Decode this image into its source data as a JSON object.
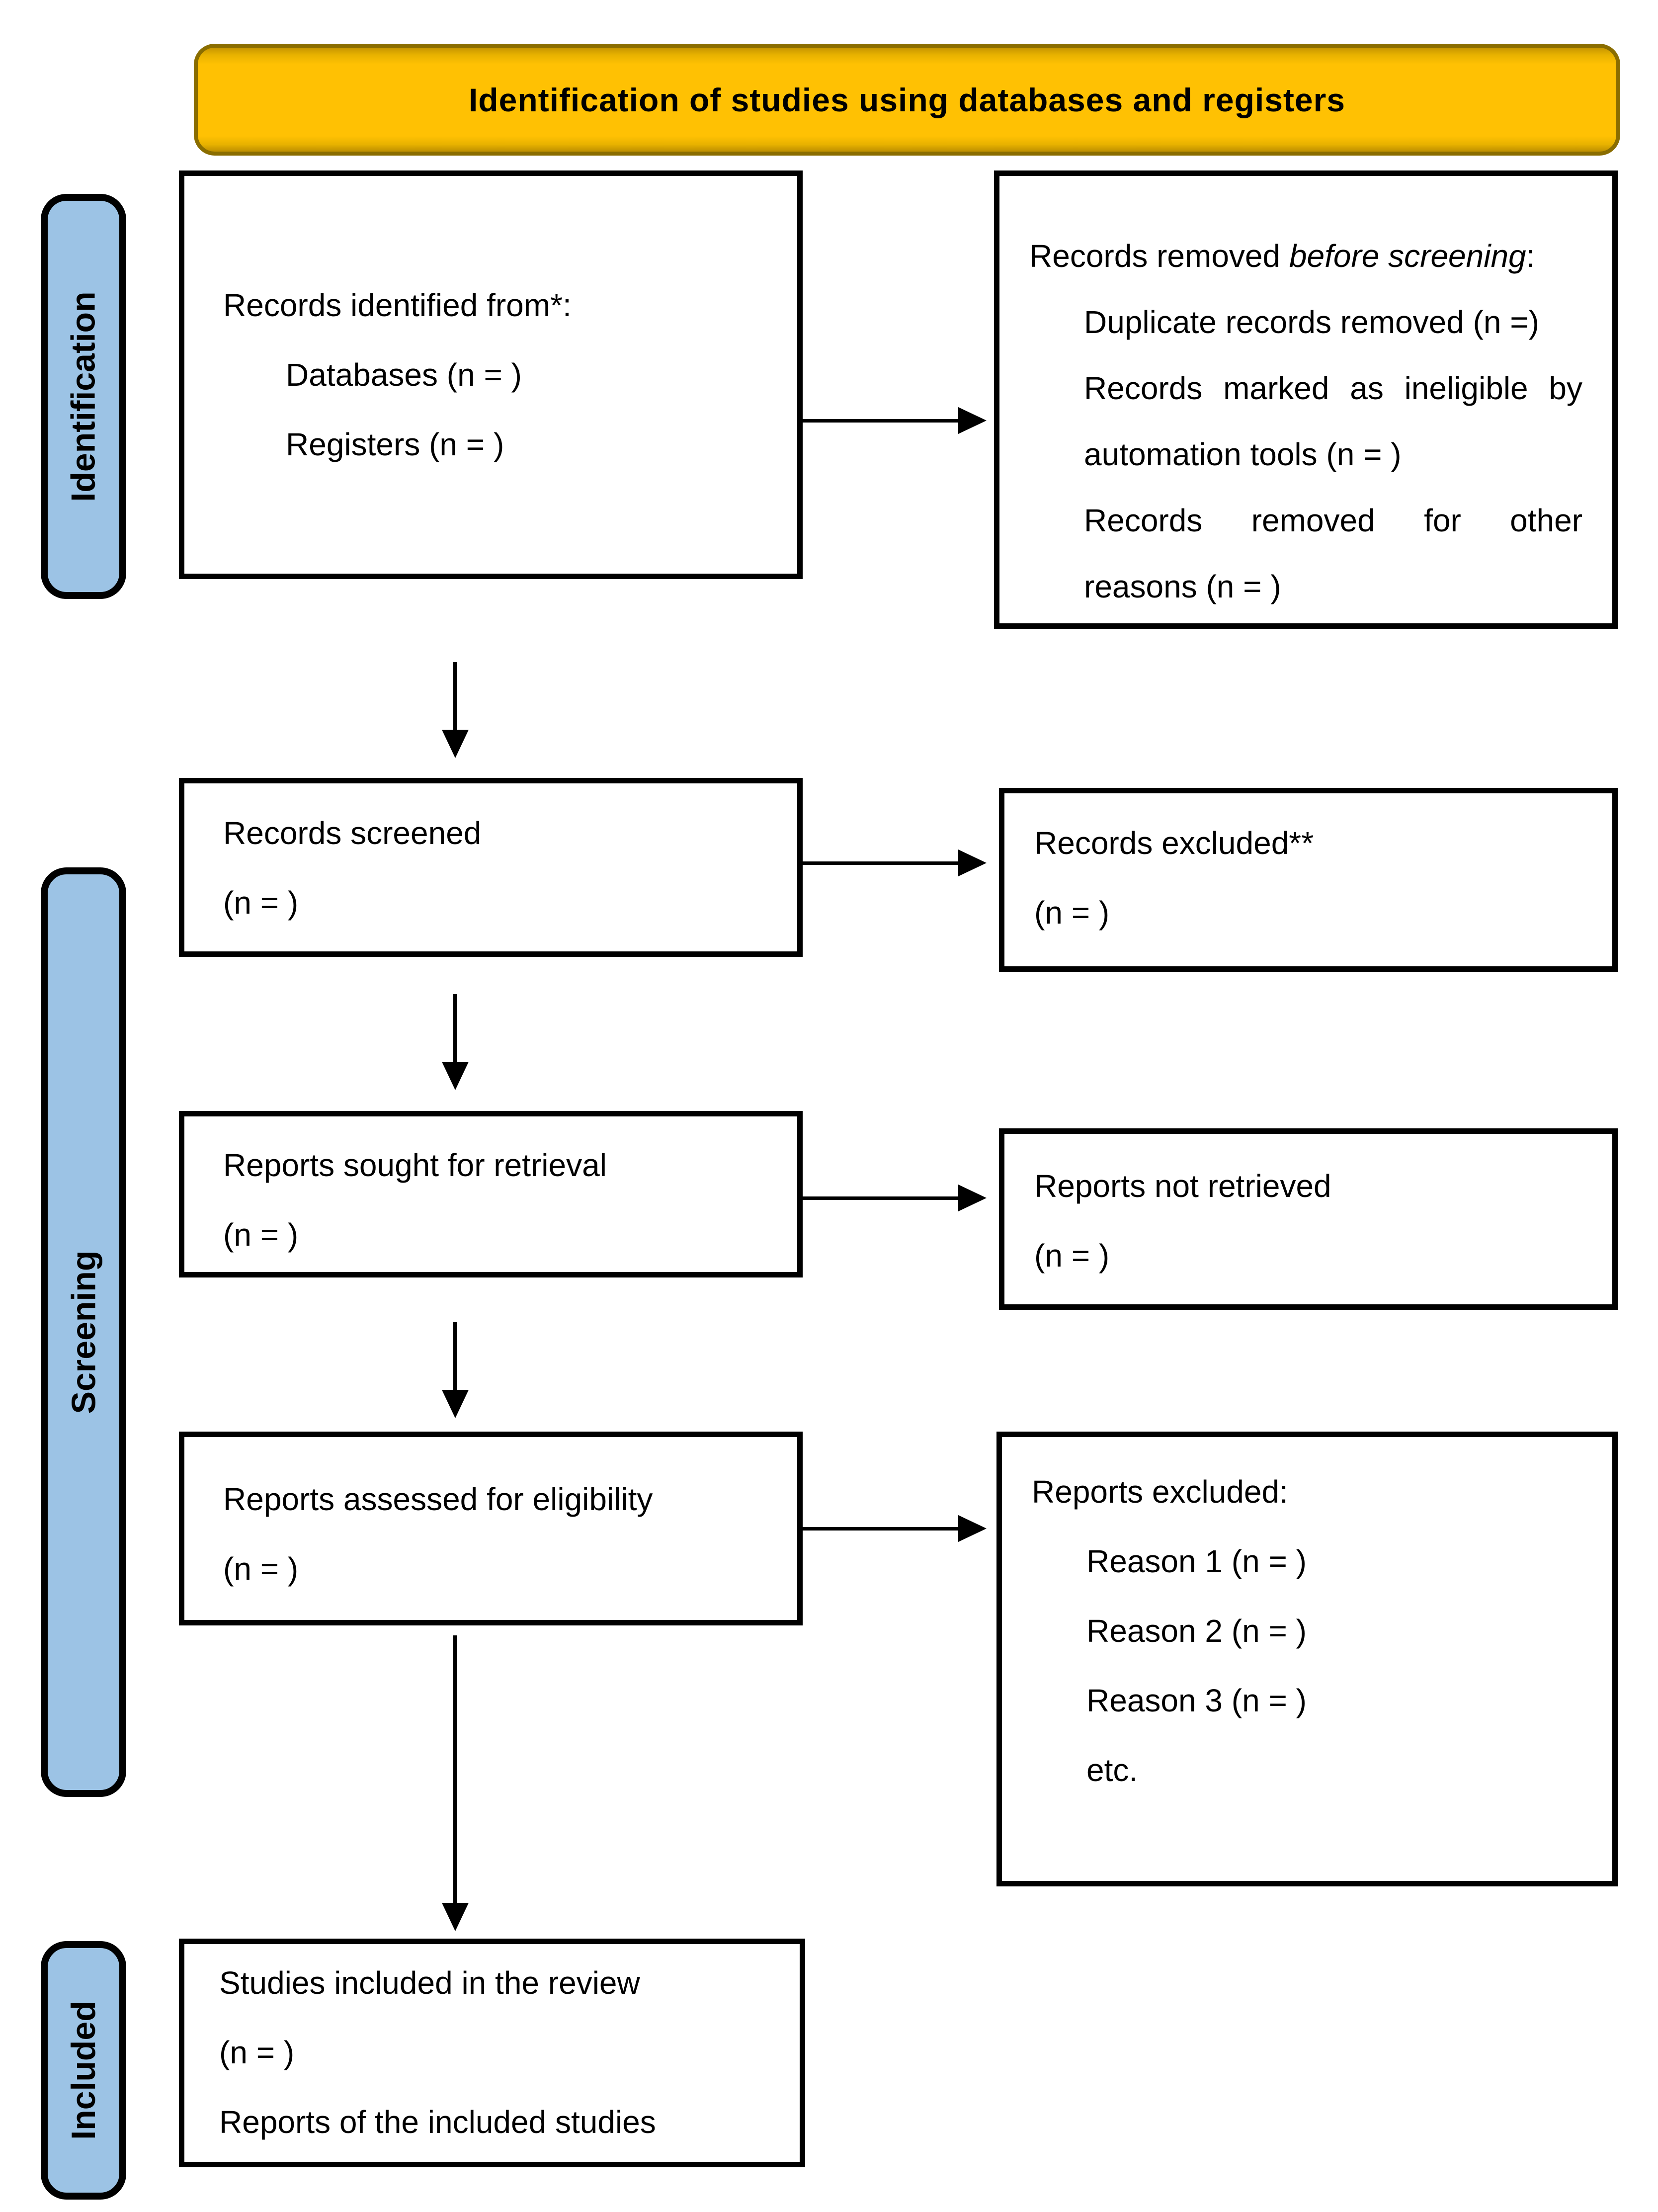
{
  "header": {
    "title": "Identification of studies using databases and registers"
  },
  "stages": [
    {
      "label": "Identification"
    },
    {
      "label": "Screening"
    },
    {
      "label": "Included"
    }
  ],
  "boxes": {
    "records_identified": {
      "title": "Records identified from*:",
      "items": [
        "Databases (n = )",
        "Registers (n = )"
      ]
    },
    "records_removed": {
      "title_prefix": "Records removed ",
      "title_italic": "before screening",
      "title_colon": ":",
      "items": [
        "Duplicate records removed (n =)",
        "Records marked as ineligible by automation tools (n = )",
        "Records removed for other reasons (n = )"
      ]
    },
    "records_screened": {
      "lines": [
        "Records screened",
        "(n = )"
      ]
    },
    "records_excluded": {
      "lines": [
        "Records excluded**",
        "(n = )"
      ]
    },
    "reports_sought": {
      "lines": [
        "Reports sought for retrieval",
        "(n = )"
      ]
    },
    "reports_not_retrieved": {
      "lines": [
        "Reports not retrieved",
        "(n = )"
      ]
    },
    "reports_assessed": {
      "lines": [
        "Reports assessed for eligibility",
        "(n = )"
      ]
    },
    "reports_excluded": {
      "title": "Reports excluded:",
      "items": [
        "Reason 1 (n = )",
        "Reason 2 (n = )",
        "Reason 3 (n = )",
        "etc."
      ]
    },
    "studies_included": {
      "lines": [
        "Studies included in the review",
        "(n = )",
        "Reports of the included studies"
      ]
    }
  },
  "colors": {
    "banner_fill": "#FFC103",
    "banner_border": "#8A6D00",
    "stage_fill": "#9CC3E5",
    "box_border": "#000000",
    "text": "#000000"
  }
}
